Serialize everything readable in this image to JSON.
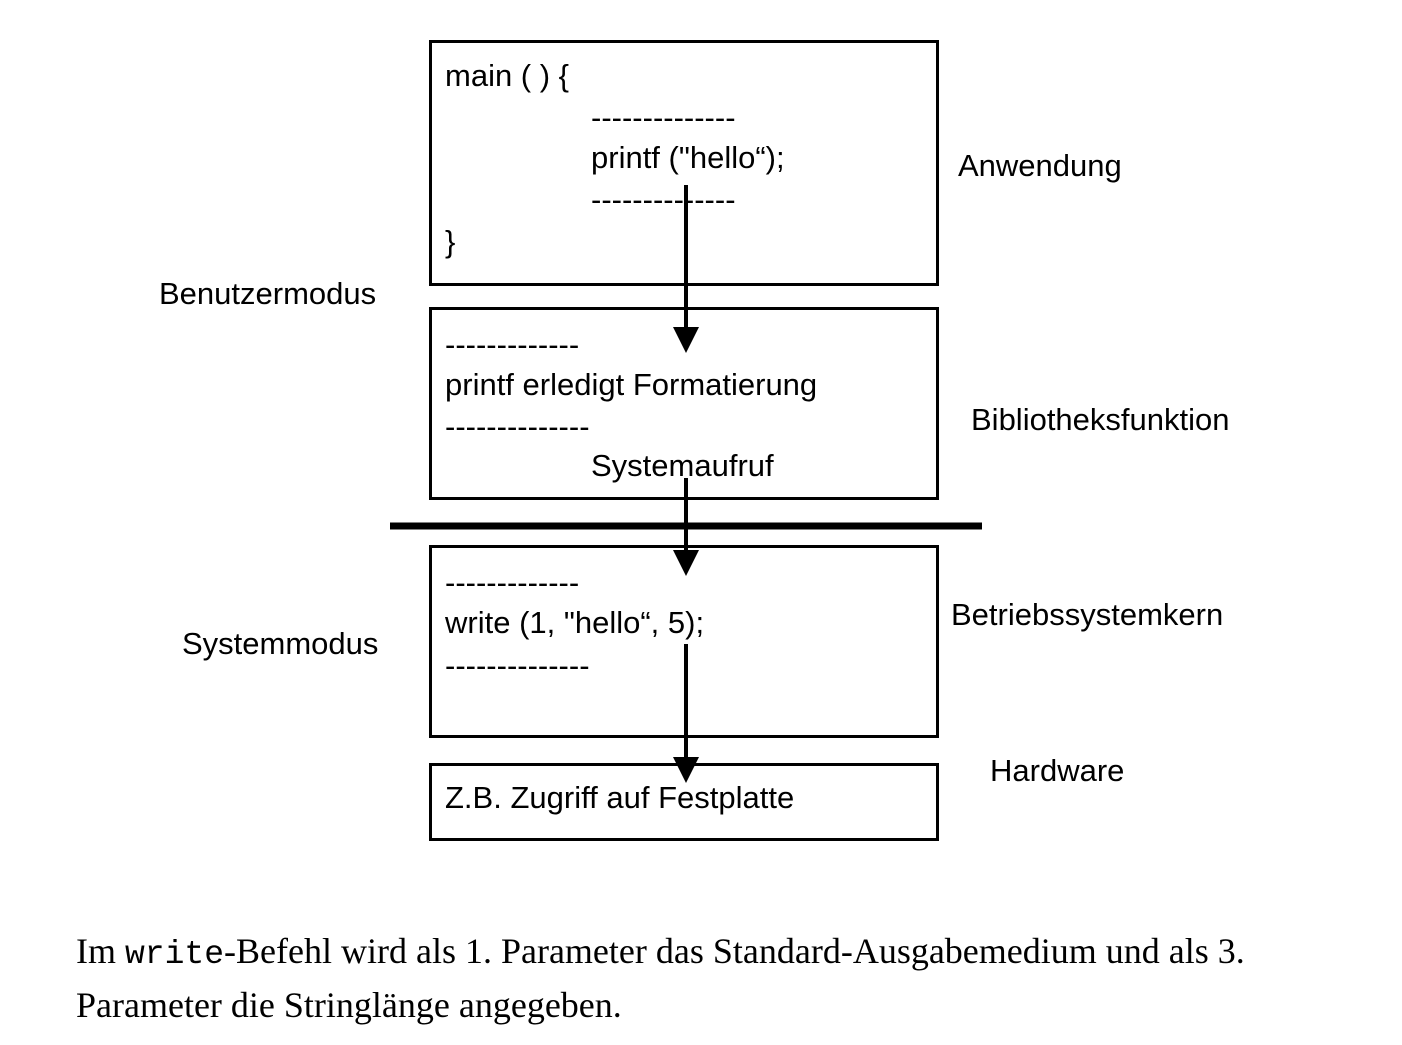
{
  "box_app": {
    "line1": "main ( ) {",
    "dash1": "--------------",
    "call": "printf (\"hello“);",
    "dash2": "--------------",
    "close": "}"
  },
  "box_lib": {
    "dash1": "-------------",
    "text": "printf erledigt Formatierung",
    "dash2": "--------------",
    "syscall": "Systemaufruf"
  },
  "box_kernel": {
    "dash1": "-------------",
    "call": "write (1, \"hello“, 5);",
    "dash2": "--------------"
  },
  "box_hw": {
    "text": "Z.B. Zugriff auf Festplatte"
  },
  "layer_labels": {
    "app": "Anwendung",
    "lib": "Bibliotheksfunktion",
    "kernel": "Betriebssystemkern",
    "hw": "Hardware"
  },
  "mode_labels": {
    "user": "Benutzermodus",
    "system": "Systemmodus"
  },
  "caption": {
    "pre": "Im ",
    "code": "write",
    "post": "-Befehl wird als 1. Parameter das Standard-Ausgabemedium und als 3. Parameter die Stringlänge angegeben."
  }
}
